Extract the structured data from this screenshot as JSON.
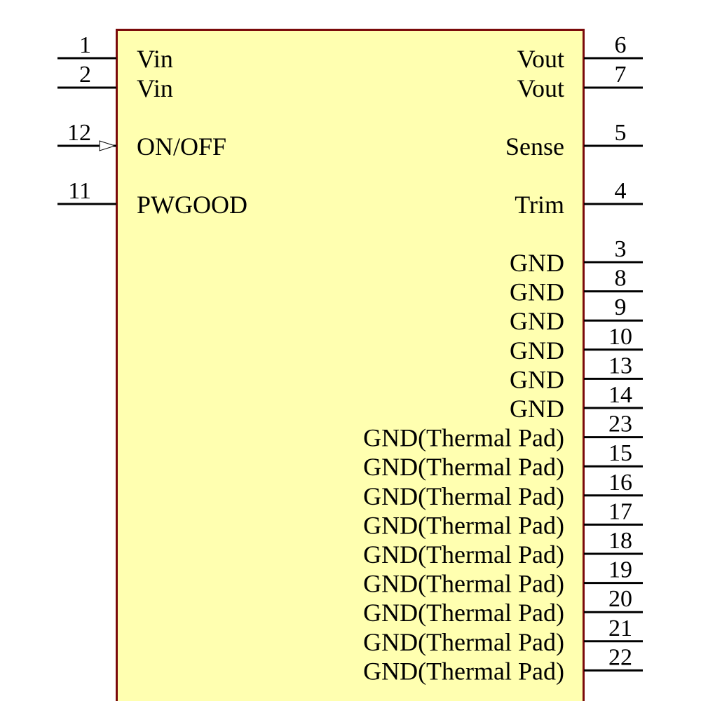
{
  "colors": {
    "body_fill": "#ffffb0",
    "body_stroke": "#7a0a0a",
    "pin_line": "#000000",
    "text": "#000000"
  },
  "component": {
    "left_pins": [
      {
        "number": "1",
        "name": "Vin",
        "type": "power"
      },
      {
        "number": "2",
        "name": "Vin",
        "type": "power"
      },
      {
        "number": "12",
        "name": "ON/OFF",
        "type": "input"
      },
      {
        "number": "11",
        "name": "PWGOOD",
        "type": "output"
      }
    ],
    "right_pins": [
      {
        "number": "6",
        "name": "Vout"
      },
      {
        "number": "7",
        "name": "Vout"
      },
      {
        "number": "5",
        "name": "Sense"
      },
      {
        "number": "4",
        "name": "Trim"
      },
      {
        "number": "3",
        "name": "GND"
      },
      {
        "number": "8",
        "name": "GND"
      },
      {
        "number": "9",
        "name": "GND"
      },
      {
        "number": "10",
        "name": "GND"
      },
      {
        "number": "13",
        "name": "GND"
      },
      {
        "number": "14",
        "name": "GND"
      },
      {
        "number": "23",
        "name": "GND(Thermal Pad)"
      },
      {
        "number": "15",
        "name": "GND(Thermal Pad)"
      },
      {
        "number": "16",
        "name": "GND(Thermal Pad)"
      },
      {
        "number": "17",
        "name": "GND(Thermal Pad)"
      },
      {
        "number": "18",
        "name": "GND(Thermal Pad)"
      },
      {
        "number": "19",
        "name": "GND(Thermal Pad)"
      },
      {
        "number": "20",
        "name": "GND(Thermal Pad)"
      },
      {
        "number": "21",
        "name": "GND(Thermal Pad)"
      },
      {
        "number": "22",
        "name": "GND(Thermal Pad)"
      }
    ]
  }
}
